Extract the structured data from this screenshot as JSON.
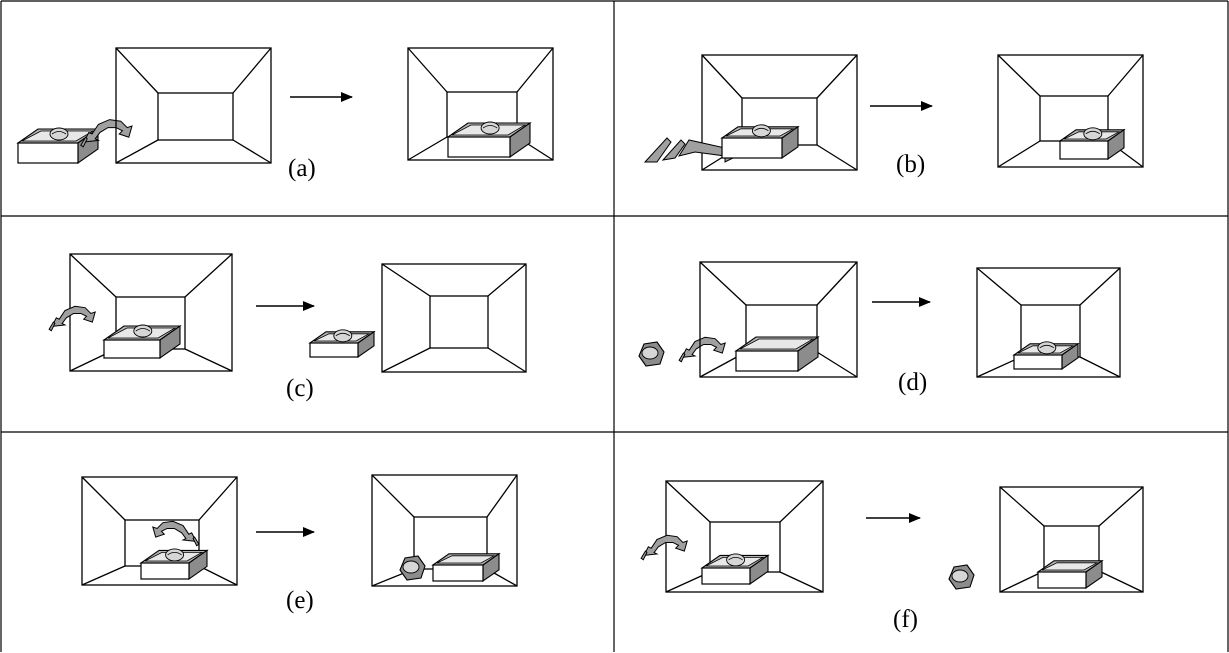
{
  "figure": {
    "panels": [
      {
        "id": "a",
        "label": "(a)"
      },
      {
        "id": "b",
        "label": "(b)"
      },
      {
        "id": "c",
        "label": "(c)"
      },
      {
        "id": "d",
        "label": "(d)"
      },
      {
        "id": "e",
        "label": "(e)"
      },
      {
        "id": "f",
        "label": "(f)"
      }
    ]
  },
  "colors": {
    "stroke": "#000000",
    "box_side": "#8c8c8c",
    "box_top": "#b4b4b4",
    "motion_arrow": "#a0a0a0",
    "background": "#ffffff"
  }
}
